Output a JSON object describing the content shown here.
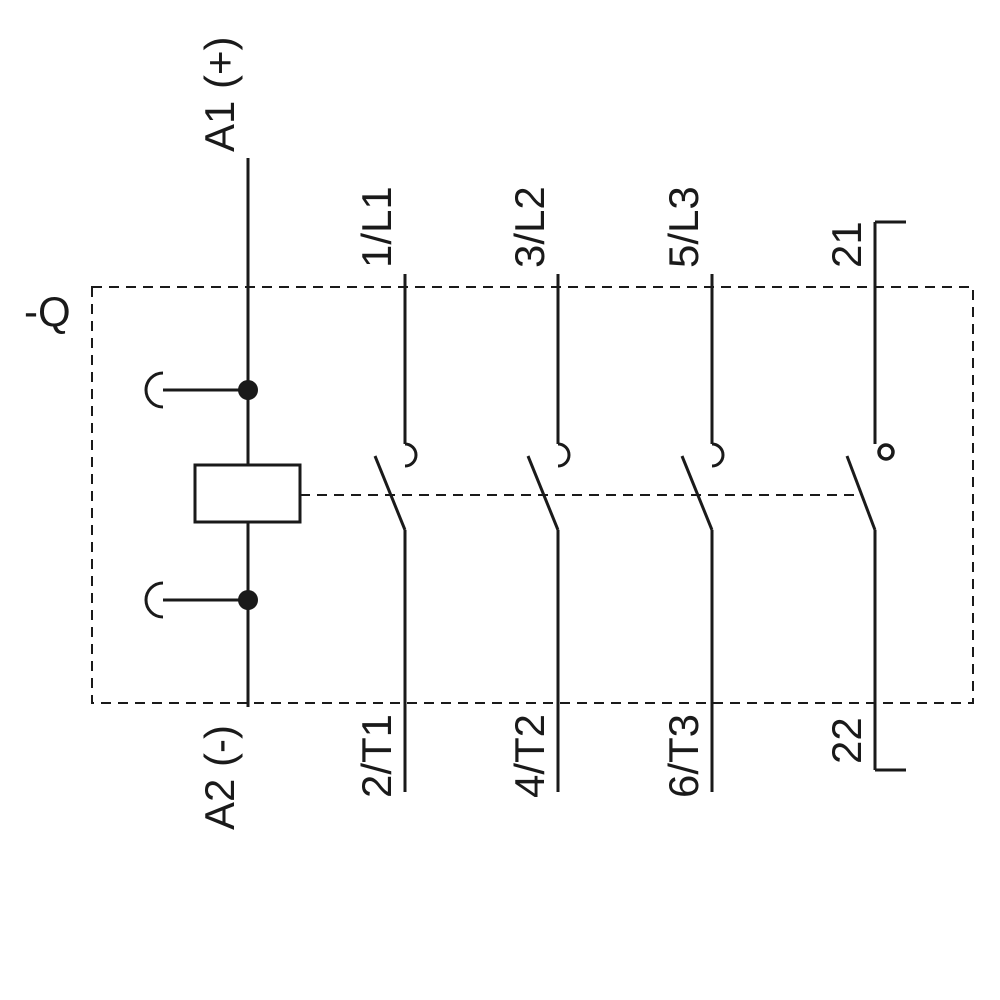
{
  "device": {
    "designation": "-Q"
  },
  "coil": {
    "top_terminal": "A1 (+)",
    "bottom_terminal": "A2 (-)"
  },
  "main_poles": [
    {
      "top_terminal": "1/L1",
      "bottom_terminal": "2/T1"
    },
    {
      "top_terminal": "3/L2",
      "bottom_terminal": "4/T2"
    },
    {
      "top_terminal": "5/L3",
      "bottom_terminal": "6/T3"
    }
  ],
  "auxiliary_contact": {
    "top_terminal": "21",
    "bottom_terminal": "22"
  },
  "colors": {
    "line": "#1a1a1a",
    "background": "#ffffff"
  }
}
